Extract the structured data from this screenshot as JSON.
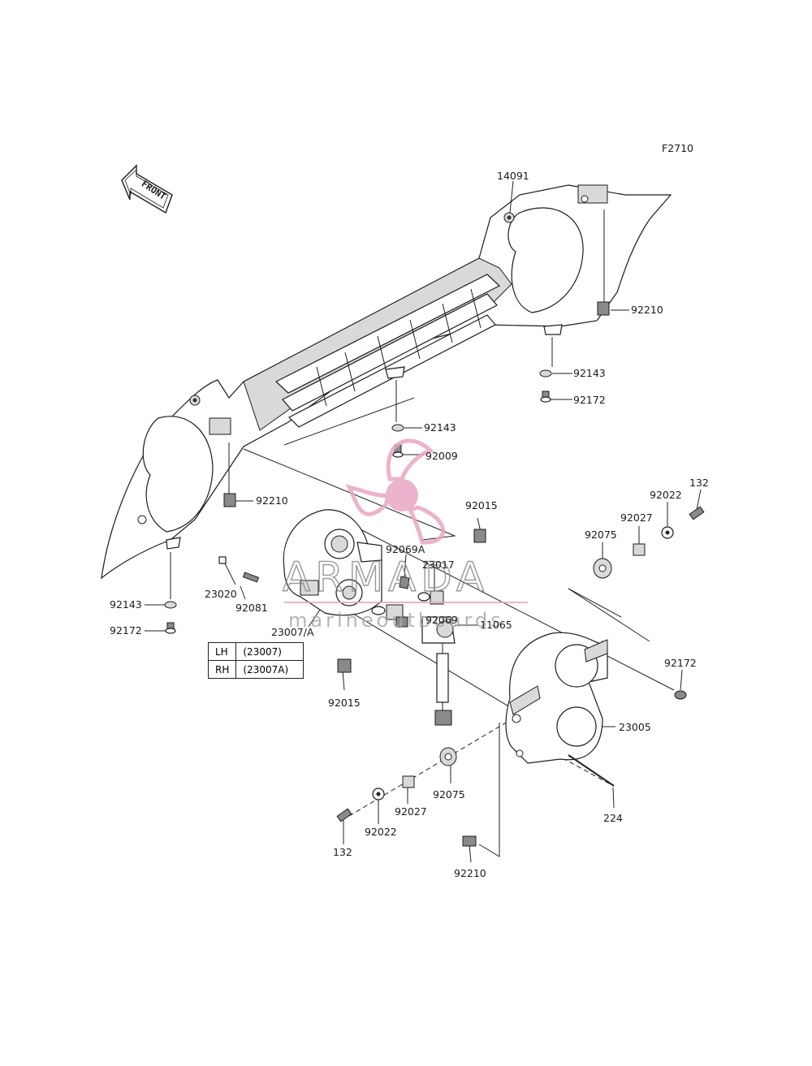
{
  "diagram": {
    "figure_code": "F2710",
    "front_arrow_label": "FRONT",
    "watermark": {
      "brand": "ARMADA",
      "tagline": "marineoutboards",
      "color": "#e8a6c4"
    },
    "legend_rows": [
      {
        "side": "LH",
        "part": "(23007)"
      },
      {
        "side": "RH",
        "part": "(23007A)"
      }
    ],
    "callouts": {
      "c14091": "14091",
      "c92210_top": "92210",
      "c92143_top": "92143",
      "c92172_top": "92172",
      "c92143_mid": "92143",
      "c92009": "92009",
      "c92210_left": "92210",
      "c92015_top": "92015",
      "c92069a": "92069A",
      "c23017": "23017",
      "c92069": "92069",
      "c11065": "11065",
      "c23020": "23020",
      "c92081": "92081",
      "c23007a": "23007/A",
      "c92015_bottom": "92015",
      "c92143_left": "92143",
      "c92172_left": "92172",
      "c132_right": "132",
      "c92022_right": "92022",
      "c92027_right": "92027",
      "c92075_right": "92075",
      "c92172_right": "92172",
      "c23005": "23005",
      "c92075_bottom": "92075",
      "c92027_bottom": "92027",
      "c92022_bottom": "92022",
      "c132_bottom": "132",
      "c224": "224",
      "c92210_bottom": "92210"
    }
  }
}
